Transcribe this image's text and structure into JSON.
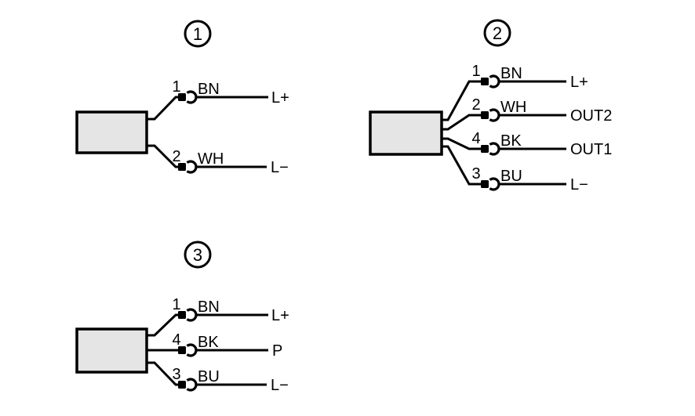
{
  "canvas": {
    "background": "#ffffff",
    "stroke_color": "#000000",
    "box_fill": "#e5e5e5"
  },
  "diagrams": [
    {
      "number": "1",
      "wires": [
        {
          "pin": "1",
          "color": "BN",
          "terminal": "L+"
        },
        {
          "pin": "2",
          "color": "WH",
          "terminal": "L−"
        }
      ]
    },
    {
      "number": "2",
      "wires": [
        {
          "pin": "1",
          "color": "BN",
          "terminal": "L+"
        },
        {
          "pin": "2",
          "color": "WH",
          "terminal": "OUT2"
        },
        {
          "pin": "4",
          "color": "BK",
          "terminal": "OUT1"
        },
        {
          "pin": "3",
          "color": "BU",
          "terminal": "L−"
        }
      ]
    },
    {
      "number": "3",
      "wires": [
        {
          "pin": "1",
          "color": "BN",
          "terminal": "L+"
        },
        {
          "pin": "4",
          "color": "BK",
          "terminal": "P"
        },
        {
          "pin": "3",
          "color": "BU",
          "terminal": "L−"
        }
      ]
    }
  ]
}
